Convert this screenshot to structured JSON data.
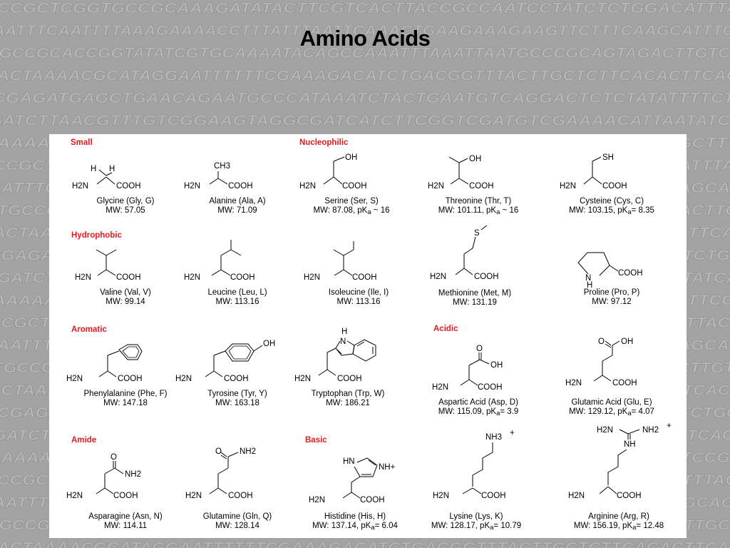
{
  "slide": {
    "title": "Amino Acids",
    "background_color": "#a3a3a3",
    "panel_color": "#ffffff",
    "category_color": "#e8181e"
  },
  "background_text": [
    "CCGCTCGGTGCCGCAAAGATATACTTCGTCACTTACCGCCAATCCTATCTCTGGACATTTA",
    "AATTTCAATTTTAAAGAAAACCTTTATTTAATTCAAACTGAAGAAAGAAGTTCTTTCAAGCATTTC",
    "TGCCGCACCGGTATATCGTGCAAAATACAGCCAAATTTAAATTAATGCCCGCAGTAGACTTGTC",
    "ACTAAAACGCATAGGAATTTTTTCGAAAGACATCTGACGGTTTACTTGCTCTTCACACTTCAC",
    "CGAGATGAGCTGAACAGAATGCCCATAAATCTACTGAATGTCAGGACTCTCTATATTTTCT",
    "GATCTTAACGTTTGTCGGAAGTAGGCGATCATCTTCGGTCGATGTCGAAAACATTAATATC",
    "AAAAACATGCTGCGATCATACGGAATACCTCTGATATCTGGATTTGTTCGGCAAGCTTT",
    "CCGCTCGGTGCCGCAAAGATATACTTCGTCACTTACCGCCAATCCTATCTCTGGACATTTA",
    "AATTTCAATTTTAAAGAAAACCTTTATTTAATTCAAACTGAAGAAAGAAGTTCTTTCAAGCA",
    "TGCCGCACCGGTATATCGTGCAAAATACAGCCAAATTTAAATTAATGCCCGCAGTAGACTTG",
    "ACTAAAACGCATAGGAATTTTTTCGAAAGACATCTGACGGTTTACTTGCTCTTCACACTTCA",
    "CGAGATGAGCTGAACAGAATGCCCATAAATCTACTGAATGTCAGGACTCTCTATATTTTCTG",
    "GATCTTAACGTTTGTCGGAAGTAGGCGATCATCTTCGGTCGATGTCGAAAACATTAATATCA",
    "AAAAACATGCTGCGATCATACGGAATACCTCTGATATCTGGATTTGTTCGGCAAGCTTTCC",
    "CCGCTCGGTGCCGCAAAGATATACTTCGTCACTTACCGCCAATCCTATCTCTGGACATTTAC",
    "AATTTCAATTTTAAAGAAAACCTTTATTTAATTCAAACTGAAGAAAGAAGTTCTTTCAAGCAT",
    "TGCCGCACCGGTATATCGTGCAAAATACAGCCAAATTTAAATTAATGCCCGCAGTAGACTTGT",
    "ACTAAAACGCATAGGAATTTTTTCGAAAGACATCTGACGGTTTACTTGCTCTTCACACTTCAC",
    "CGAGATGAGCTGAACAGAATGCCCATAAATCTACTGAATGTCAGGACTCTCTATATTTTCTGC",
    "GATCTTAACGTTTGTCGGAAGTAGGCGATCATCTTCGGTCGATGTCGAAAACATTAATATCAC",
    "AAAAACATGCTGCGATCATACGGAATACCTCTGATATCTGGATTTGTTCGGCAAGCTTTCCG",
    "CCGCTCGGTGCCGCAAAGATATACTTCGTCACTTACCGCCAATCCTATCTCTGGACATTTAG",
    "AATTTCAATTTTAAAGAAAACCTTTATTTAATTCAAACTGAAGAAAGAAGTTCTTTCAAGCAG",
    "TGCCGCACCGGTATATCGTGCAAAATACAGCCAAATTTAAATTAATGCCCGCAGTAGACTTGC",
    "ACTAAAACGCATAGGAATTTTTTCGAAAGACATCTGACGGTTTACTTGCTCTTCACACTTCAT"
  ],
  "categories": {
    "small": "Small",
    "nucleophilic": "Nucleophilic",
    "hydrophobic": "Hydrophobic",
    "aromatic": "Aromatic",
    "acidic": "Acidic",
    "amide": "Amide",
    "basic": "Basic"
  },
  "labels": {
    "h2n": "H2N",
    "cooh": "COOH",
    "ch3": "CH3",
    "oh": "OH",
    "sh": "SH",
    "s": "S",
    "h": "H",
    "o": "O",
    "n": "N",
    "nh": "NH",
    "nh2": "NH2",
    "nh3": "NH3",
    "plus": "+",
    "hn": "HN",
    "nhplus": "NH+"
  },
  "amino_acids": {
    "glycine": {
      "name": "Glycine (Gly, G)",
      "mw": "MW: 57.05"
    },
    "alanine": {
      "name": "Alanine (Ala, A)",
      "mw": "MW: 71.09"
    },
    "serine": {
      "name": "Serine (Ser, S)",
      "mw": "MW: 87.08, pK",
      "pka": "~ 16"
    },
    "threonine": {
      "name": "Threonine (Thr, T)",
      "mw": "MW: 101.11, pK",
      "pka": "~ 16"
    },
    "cysteine": {
      "name": "Cysteine (Cys, C)",
      "mw": "MW: 103.15, pK",
      "pka": "= 8.35"
    },
    "valine": {
      "name": "Valine (Val, V)",
      "mw": "MW: 99.14"
    },
    "leucine": {
      "name": "Leucine (Leu, L)",
      "mw": "MW: 113.16"
    },
    "isoleucine": {
      "name": "Isoleucine (Ile, I)",
      "mw": "MW: 113.16"
    },
    "methionine": {
      "name": "Methionine (Met, M)",
      "mw": "MW: 131.19"
    },
    "proline": {
      "name": "Proline (Pro, P)",
      "mw": "MW: 97.12"
    },
    "phenylalanine": {
      "name": "Phenylalanine (Phe, F)",
      "mw": "MW: 147.18"
    },
    "tyrosine": {
      "name": "Tyrosine (Tyr, Y)",
      "mw": "MW: 163.18"
    },
    "tryptophan": {
      "name": "Tryptophan (Trp, W)",
      "mw": "MW: 186.21"
    },
    "aspartic": {
      "name": "Aspartic Acid (Asp, D)",
      "mw": "MW: 115.09, pK",
      "pka": "= 3.9"
    },
    "glutamic": {
      "name": "Glutamic Acid (Glu, E)",
      "mw": "MW: 129.12, pK",
      "pka": "= 4.07"
    },
    "asparagine": {
      "name": "Asparagine (Asn, N)",
      "mw": "MW: 114.11"
    },
    "glutamine": {
      "name": "Glutamine (Gln, Q)",
      "mw": "MW: 128.14"
    },
    "histidine": {
      "name": "Histidine (His, H)",
      "mw": "MW: 137.14, pK",
      "pka": "= 6.04"
    },
    "lysine": {
      "name": "Lysine (Lys, K)",
      "mw": "MW: 128.17, pK",
      "pka": "= 10.79"
    },
    "arginine": {
      "name": "Arginine (Arg, R)",
      "mw": "MW: 156.19, pK",
      "pka": "= 12.48"
    }
  },
  "pka_subscript": "a"
}
